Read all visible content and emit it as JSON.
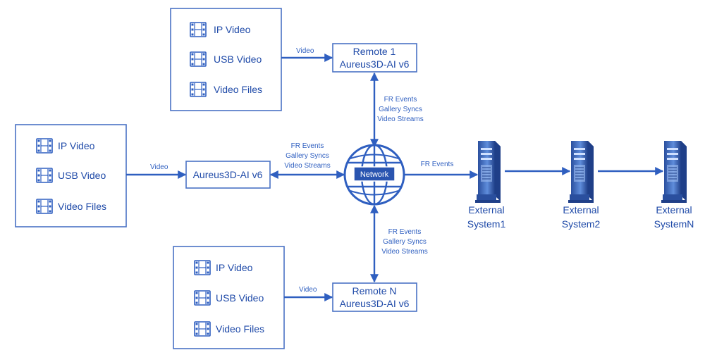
{
  "sources": {
    "top": {
      "items": [
        "IP Video",
        "USB Video",
        "Video Files"
      ],
      "edge_label": "Video"
    },
    "middle": {
      "items": [
        "IP Video",
        "USB Video",
        "Video Files"
      ],
      "edge_label": "Video"
    },
    "bottom": {
      "items": [
        "IP Video",
        "USB Video",
        "Video Files"
      ],
      "edge_label": "Video"
    }
  },
  "nodes": {
    "remote1": {
      "line1": "Remote 1",
      "line2": "Aureus3D-AI v6"
    },
    "main": {
      "line1": "Aureus3D-AI v6"
    },
    "remoteN": {
      "line1": "Remote N",
      "line2": "Aureus3D-AI v6"
    },
    "network": {
      "label": "Network"
    }
  },
  "links": {
    "remote1_network": [
      "FR Events",
      "Gallery Syncs",
      "Video Streams"
    ],
    "main_network": [
      "FR Events",
      "Gallery Syncs",
      "Video Streams"
    ],
    "network_remoteN": [
      "FR Events",
      "Gallery Syncs",
      "Video Streams"
    ],
    "network_external": "FR Events"
  },
  "external_systems": [
    {
      "line1": "External",
      "line2": "System1"
    },
    {
      "line1": "External",
      "line2": "System2"
    },
    {
      "line1": "External",
      "line2": "SystemN"
    }
  ],
  "icons": {
    "video_item": "film-strip-icon",
    "network": "globe-icon",
    "server": "server-tower-icon"
  },
  "colors": {
    "accent": "#2f5fc0",
    "box_border": "#4a72c4",
    "server_dark": "#1f3f88",
    "server_light": "#7aa6e6"
  }
}
